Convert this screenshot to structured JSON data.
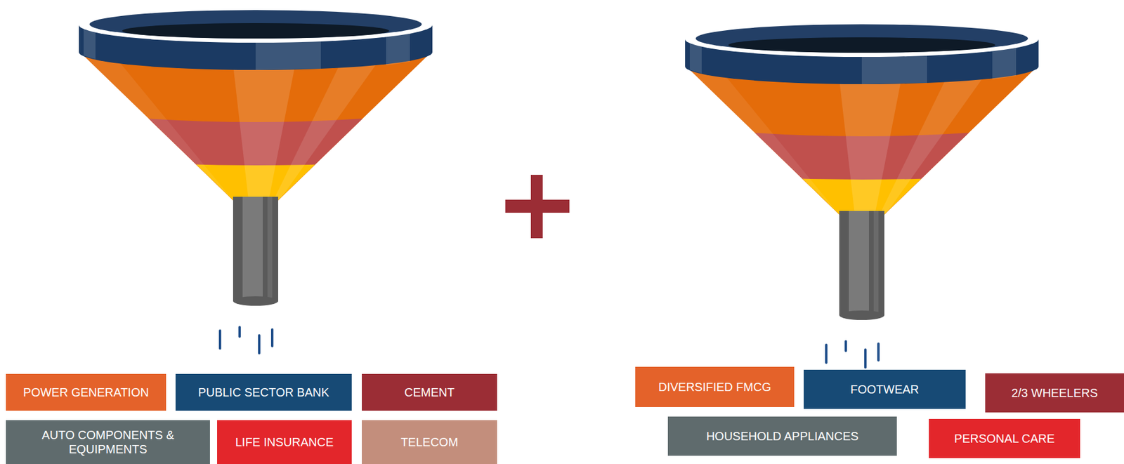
{
  "diagram": {
    "nodes": [
      {
        "text": [
          "POWER GENERATION"
        ]
      },
      {
        "text": [
          "PUBLIC SECTOR BANK"
        ]
      },
      {
        "text": [
          "CEMENT"
        ]
      },
      {
        "text": [
          "AUTO COMPONENTS & EQUIPMENTS"
        ]
      },
      {
        "text": [
          "LIFE INSURANCE"
        ]
      },
      {
        "text": [
          "TELECOM"
        ]
      },
      {
        "text": [
          "DIVERSIFIED FMCG"
        ]
      },
      {
        "text": [
          "FOOTWEAR"
        ]
      },
      {
        "text": [
          "2/3 WHEELERS"
        ]
      },
      {
        "text": [
          "HOUSEHOLD APPLIANCES"
        ]
      },
      {
        "text": [
          "PERSONAL CARE"
        ]
      }
    ]
  }
}
